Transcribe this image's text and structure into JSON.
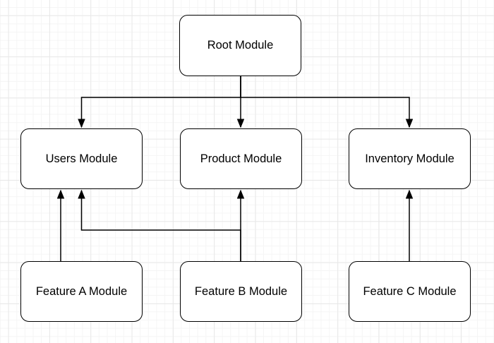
{
  "diagram": {
    "nodes": [
      {
        "id": "root",
        "label": "Root Module"
      },
      {
        "id": "users",
        "label": "Users Module"
      },
      {
        "id": "product",
        "label": "Product Module"
      },
      {
        "id": "inventory",
        "label": "Inventory Module"
      },
      {
        "id": "feature-a",
        "label": "Feature A Module"
      },
      {
        "id": "feature-b",
        "label": "Feature B Module"
      },
      {
        "id": "feature-c",
        "label": "Feature C Module"
      }
    ],
    "edges": [
      {
        "from": "Root Module",
        "to": "Users Module"
      },
      {
        "from": "Root Module",
        "to": "Product Module"
      },
      {
        "from": "Root Module",
        "to": "Inventory Module"
      },
      {
        "from": "Feature A Module",
        "to": "Users Module"
      },
      {
        "from": "Feature B Module",
        "to": "Product Module"
      },
      {
        "from": "Feature B Module",
        "to": "Users Module"
      },
      {
        "from": "Feature C Module",
        "to": "Inventory Module"
      }
    ],
    "style": {
      "node_fill": "#ffffff",
      "node_border": "#000000",
      "edge_color": "#000000",
      "text_color": "#000000",
      "grid_minor_color": "#f5f5f5",
      "grid_major_color": "#e8e8e8",
      "background": "#ffffff"
    }
  }
}
